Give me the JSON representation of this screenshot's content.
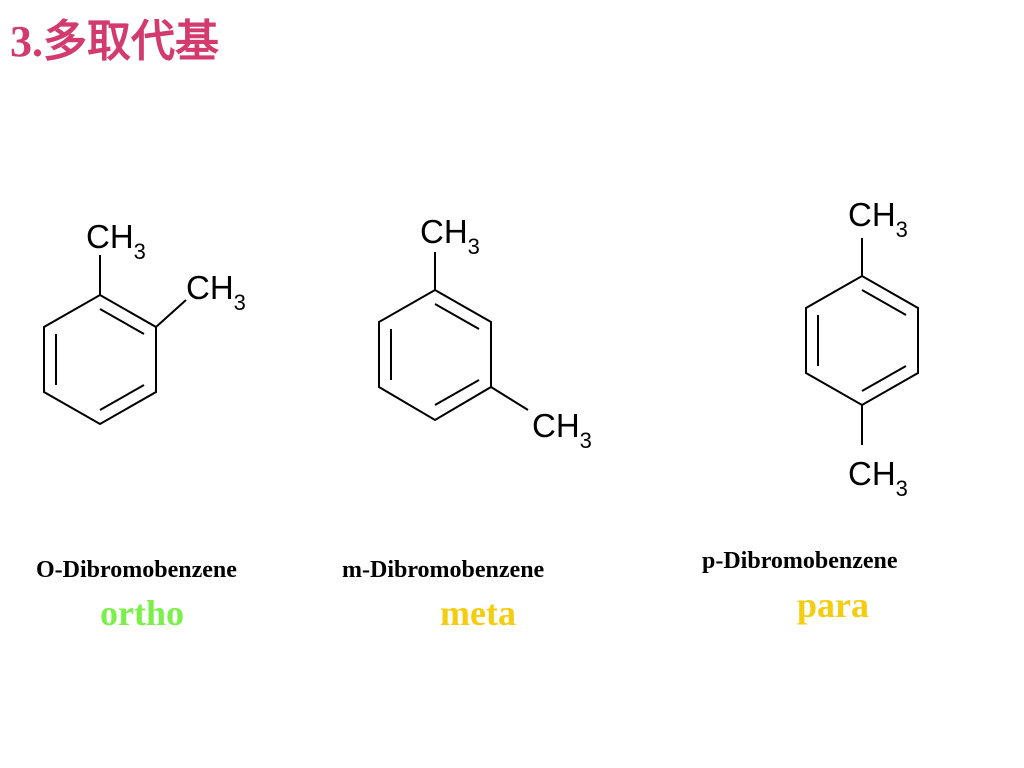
{
  "title": {
    "number": "3.",
    "text": "多取代基",
    "color": "#d33a6e"
  },
  "substituent": {
    "main": "CH",
    "sub": "3"
  },
  "molecules": [
    {
      "name": "O-Dibromobenzene",
      "isomer": "ortho",
      "isomer_color": "#7cf04a"
    },
    {
      "name": "m-Dibromobenzene",
      "isomer": "meta",
      "isomer_color": "#f5cd0f"
    },
    {
      "name": "p-Dibromobenzene",
      "isomer": "para",
      "isomer_color": "#f5cd0f"
    }
  ]
}
